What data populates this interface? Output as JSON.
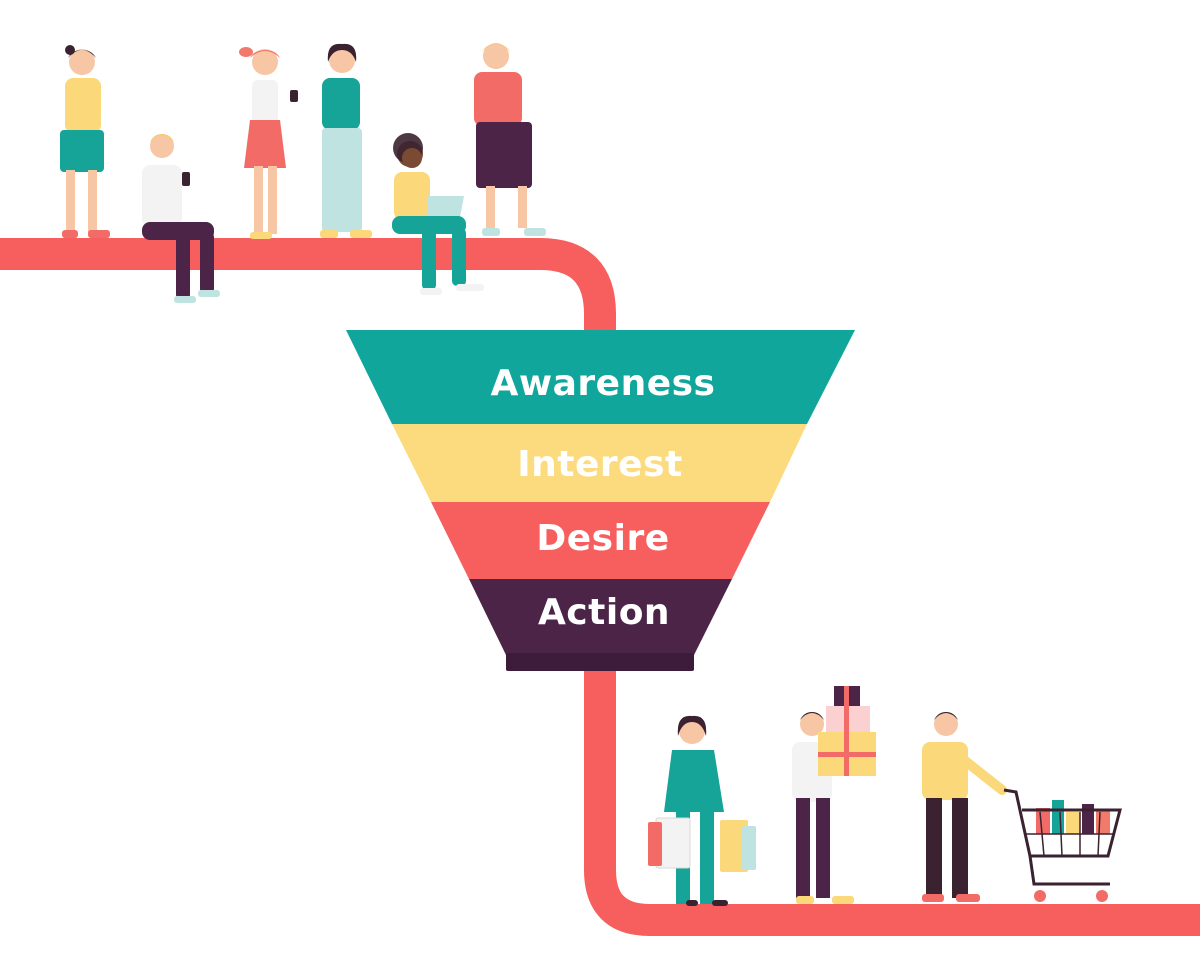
{
  "funnel": {
    "stages": [
      {
        "label": "Awareness",
        "color": "#10a69c",
        "text_color": "#ffffff"
      },
      {
        "label": "Interest",
        "color": "#fbdb7d",
        "text_color": "#ffffff"
      },
      {
        "label": "Desire",
        "color": "#f75e5e",
        "text_color": "#ffffff"
      },
      {
        "label": "Action",
        "color": "#4b2448",
        "text_color": "#ffffff"
      }
    ],
    "spout_color": "#3d1c3b"
  },
  "path_color": "#f75e5e",
  "figure_colors": {
    "skin": "#f7c6a4",
    "skin_dark": "#7a4a33",
    "hair_dark": "#3b2230",
    "hair_blond": "#f2cd6b",
    "hair_red": "#f27a6a",
    "teal": "#16a398",
    "yellow": "#fbd97a",
    "coral": "#f36b66",
    "plum": "#4b2448",
    "white": "#f3f3f3",
    "mint": "#bfe3e0"
  }
}
